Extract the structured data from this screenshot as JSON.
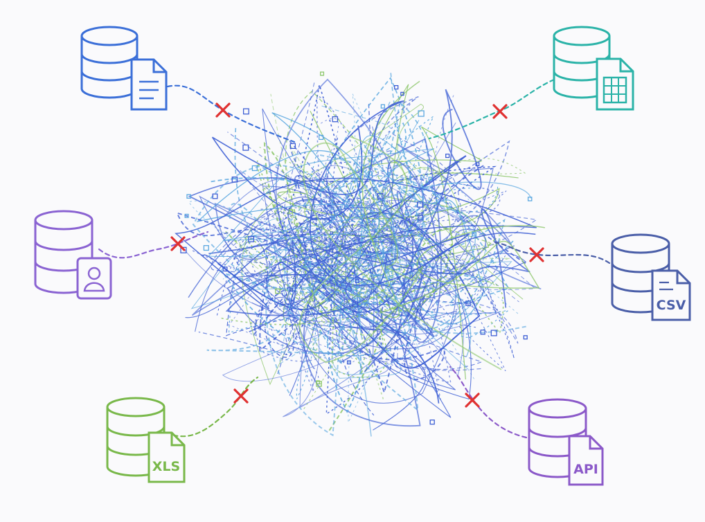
{
  "colors": {
    "background": "#fafafc",
    "blue": "#3b6fd8",
    "teal": "#2bb3a8",
    "purple": "#8a63d2",
    "slate": "#4a5ea8",
    "green": "#79b84a",
    "violet": "#8b59c9",
    "cross": "#e03131",
    "tangle_primary": "#3d5ed4",
    "tangle_secondary": "#5aa7e0",
    "tangle_accent": "#8cc66a"
  },
  "sources": [
    {
      "id": "document",
      "icon": "document-icon",
      "label": ""
    },
    {
      "id": "spreadsheet",
      "icon": "spreadsheet-icon",
      "label": ""
    },
    {
      "id": "contact",
      "icon": "contact-card-icon",
      "label": ""
    },
    {
      "id": "csv",
      "icon": "csv-file-icon",
      "label": "CSV"
    },
    {
      "id": "xls",
      "icon": "xls-file-icon",
      "label": "XLS"
    },
    {
      "id": "api",
      "icon": "api-file-icon",
      "label": "API"
    }
  ],
  "connection_status": "broken",
  "tangle": {
    "icon": "tangled-lines-icon"
  }
}
